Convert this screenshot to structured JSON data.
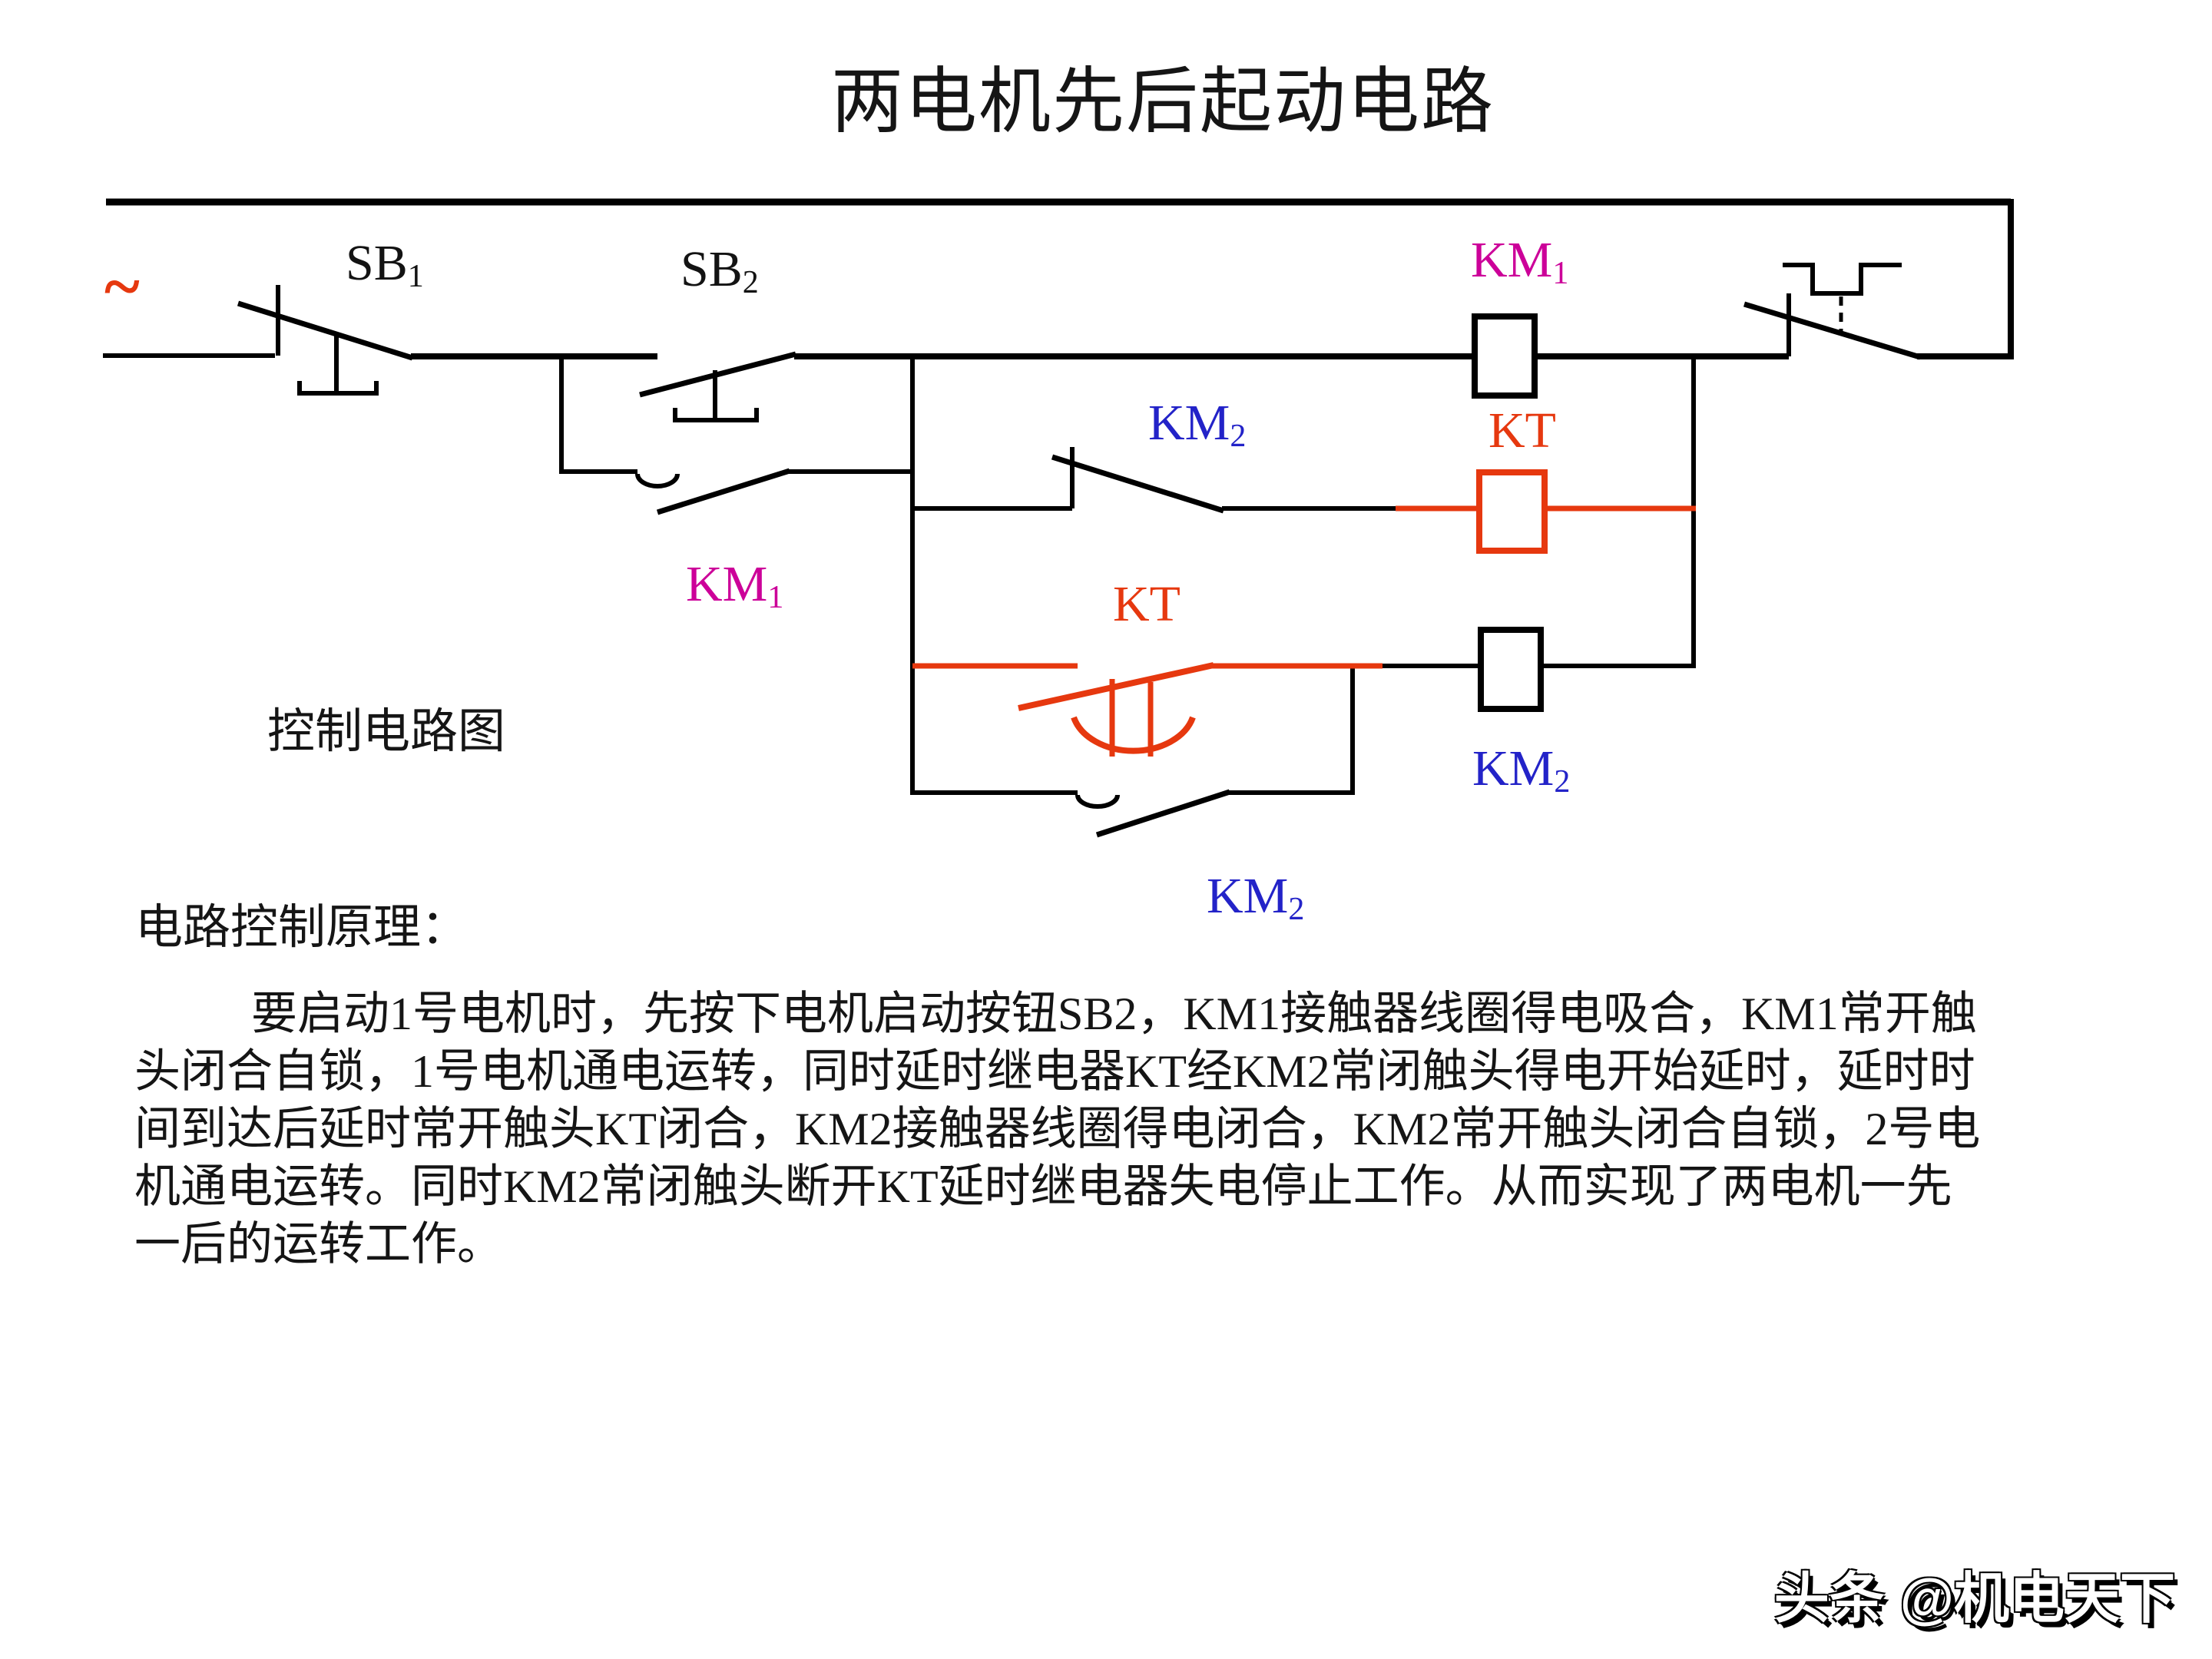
{
  "title": "两电机先后起动电路",
  "colors": {
    "line-red": "#e6380f",
    "label-magenta": "#cc0099",
    "label-blue": "#2323c8",
    "line-black": "#000000"
  },
  "diagram": {
    "caption": "控制电路图",
    "ac_symbol": "~",
    "labels": {
      "sb1": {
        "main": "SB",
        "sub": "1"
      },
      "sb2": {
        "main": "SB",
        "sub": "2"
      },
      "km1_coil": {
        "main": "KM",
        "sub": "1"
      },
      "kt_coil": {
        "text": "KT"
      },
      "km2_nc": {
        "main": "KM",
        "sub": "2"
      },
      "km1_selflock": {
        "main": "KM",
        "sub": "1"
      },
      "kt_contact": {
        "text": "KT"
      },
      "km2_coil": {
        "main": "KM",
        "sub": "2"
      },
      "km2_selflock": {
        "main": "KM",
        "sub": "2"
      }
    }
  },
  "principle": {
    "heading": "电路控制原理：",
    "body": "要启动1号电机时，先按下电机启动按钮SB2，KM1接触器线圈得电吸合，KM1常开触\n头闭合自锁，1号电机通电运转，同时延时继电器KT经KM2常闭触头得电开始延时，延时时\n间到达后延时常开触头KT闭合，KM2接触器线圈得电闭合，KM2常开触头闭合自锁，2号电\n机通电运转。同时KM2常闭触头断开KT延时继电器失电停止工作。从而实现了两电机一先\n一后的运转工作。"
  },
  "watermark": "头条 @机电天下"
}
